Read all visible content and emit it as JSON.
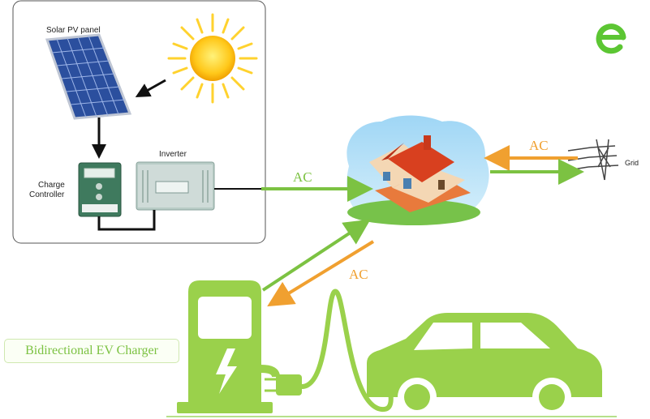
{
  "labels": {
    "solar_panel": "Solar PV panel",
    "inverter": "Inverter",
    "charge_controller_line1": "Charge",
    "charge_controller_line2": "Controller",
    "grid": "Grid",
    "ac_inverter_house": "AC",
    "ac_grid": "AC",
    "ac_ev": "AC",
    "ev_charger": "Bidirectional EV Charger"
  },
  "colors": {
    "green_flow": "#7cc242",
    "orange_flow": "#f0a030",
    "ev_green": "#9ad14b",
    "logo_green": "#5cc633"
  },
  "icons": [
    "sun-icon",
    "solar-panel-icon",
    "house-icon",
    "grid-tower-icon",
    "ev-charger-icon",
    "electric-car-icon",
    "brand-logo-icon"
  ]
}
